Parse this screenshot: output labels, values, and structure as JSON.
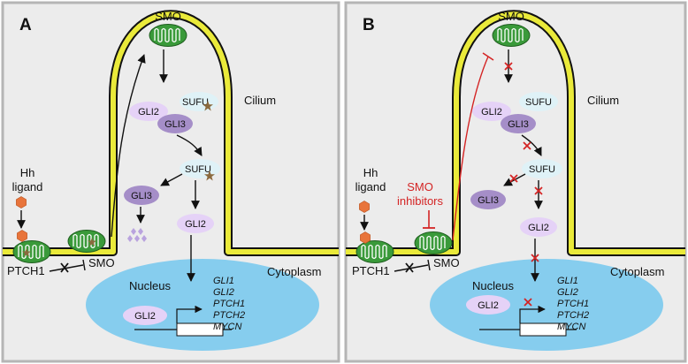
{
  "panels": {
    "a": {
      "letter": "A",
      "smo_top": "SMO",
      "cilium": "Cilium",
      "gli2_upper": "GLI2",
      "sufu_upper": "SUFU",
      "gli3_upper": "GLI3",
      "sufu_mid": "SUFU",
      "gli3_mid": "GLI3",
      "gli2_mid": "GLI2",
      "hh_ligand_line1": "Hh",
      "hh_ligand_line2": "ligand",
      "ptch1": "PTCH1",
      "smo_bottom": "SMO",
      "nucleus": "Nucleus",
      "gli2_nucleus": "GLI2",
      "cytoplasm": "Cytoplasm",
      "genes": [
        "GLI1",
        "GLI2",
        "PTCH1",
        "PTCH2",
        "MYCN"
      ]
    },
    "b": {
      "letter": "B",
      "smo_top": "SMO",
      "cilium": "Cilium",
      "gli2_upper": "GLI2",
      "sufu_upper": "SUFU",
      "gli3_upper": "GLI3",
      "sufu_mid": "SUFU",
      "gli3_mid": "GLI3",
      "gli2_mid": "GLI2",
      "hh_ligand_line1": "Hh",
      "hh_ligand_line2": "ligand",
      "smo_inhibitors_line1": "SMO",
      "smo_inhibitors_line2": "inhibitors",
      "ptch1": "PTCH1",
      "smo_bottom": "SMO",
      "nucleus": "Nucleus",
      "gli2_nucleus": "GLI2",
      "cytoplasm": "Cytoplasm",
      "genes": [
        "GLI1",
        "GLI2",
        "PTCH1",
        "PTCH2",
        "MYCN"
      ]
    }
  },
  "colors": {
    "panel_bg": "#ececec",
    "panel_border": "#b5b5b5",
    "cilium_fill": "#eaea3a",
    "smo_green": "#3a9a3a",
    "sufu": "#dff2f7",
    "gli2": "#e5d2f7",
    "gli3": "#a58ec8",
    "nucleus": "#86cdee",
    "ligand": "#e8743b",
    "inhibit_red": "#d42424"
  }
}
